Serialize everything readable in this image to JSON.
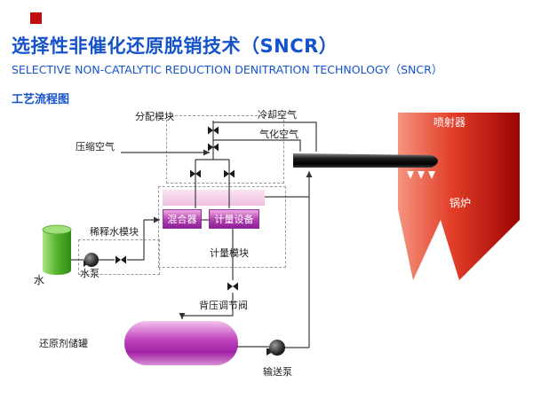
{
  "header": {
    "title": "选择性非催化还原脱销技术（SNCR）",
    "subtitle": "SELECTIVE NON-CATALYTIC REDUCTION DENITRATION TECHNOLOGY（SNCR）",
    "section_label": "工艺流程图"
  },
  "diagram": {
    "labels": {
      "distribution_module": "分配模块",
      "cooling_air": "冷却空气",
      "gasification_air": "气化空气",
      "compressed_air": "压缩空气",
      "injector": "喷射器",
      "boiler": "锅炉",
      "mixer": "混合器",
      "metering_equipment": "计量设备",
      "metering_module": "计量模块",
      "dilution_water_module": "稀释水模块",
      "water_pump": "水泵",
      "water": "水",
      "back_pressure_valve": "背压调节阀",
      "reductant_storage_tank": "还原剂储罐",
      "transfer_pump": "输送泵"
    },
    "colors": {
      "title_blue": "#1553cb",
      "boiler_red": "#c00d0d",
      "tank_purple": "#a321a5",
      "water_green": "#55b32e"
    }
  }
}
